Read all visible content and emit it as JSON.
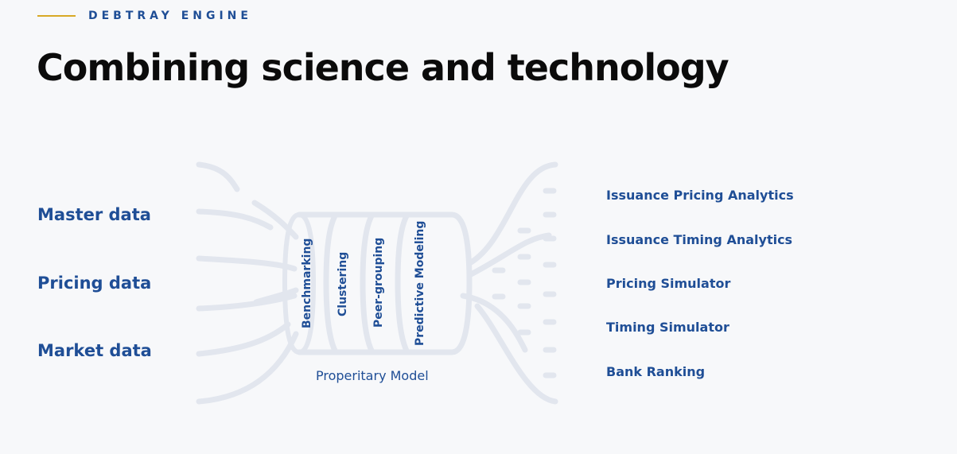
{
  "header": {
    "eyebrow": "DEBTRAY ENGINE",
    "title": "Combining science and technology"
  },
  "inputs": [
    "Master data",
    "Pricing data",
    "Market data"
  ],
  "model": {
    "stages": [
      "Benchmarking",
      "Clustering",
      "Peer-grouping",
      "Predictive Modeling"
    ],
    "caption": "Properitary Model"
  },
  "outputs": [
    "Issuance Pricing Analytics",
    "Issuance Timing Analytics",
    "Pricing Simulator",
    "Timing Simulator",
    "Bank Ranking"
  ],
  "colors": {
    "accent_rule": "#d8a925",
    "text_blue": "#1f4e96",
    "flow_lines": "#e2e6ee",
    "background": "#f7f8fa"
  }
}
